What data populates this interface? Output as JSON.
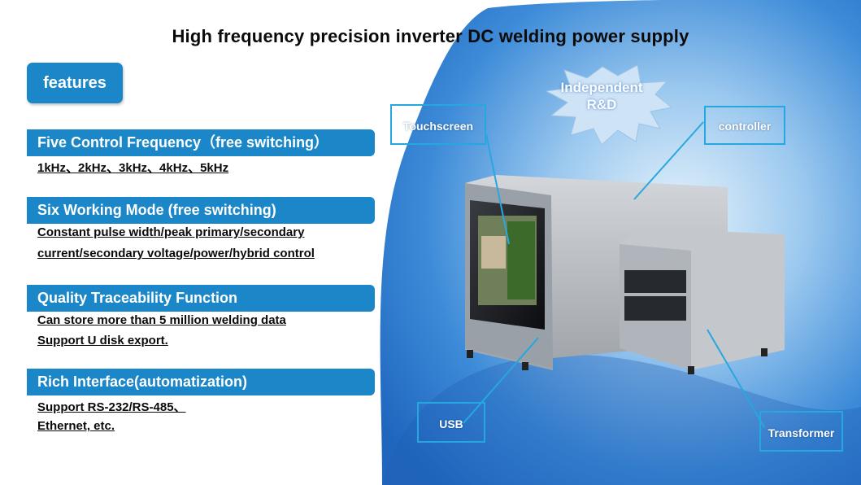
{
  "title": "High frequency precision inverter DC welding power supply",
  "features_tab": "features",
  "sections": [
    {
      "heading": "Five  Control Frequency（free switching）",
      "lines": [
        "1kHz、2kHz、3kHz、4kHz、5kHz"
      ]
    },
    {
      "heading": "Six Working Mode   (free switching)",
      "lines": [
        "Constant pulse width/peak primary/secondary",
        "current/secondary voltage/power/hybrid control"
      ]
    },
    {
      "heading": "Quality Traceability Function",
      "lines": [
        "Can store more than 5 million welding data",
        " Support U disk export."
      ]
    },
    {
      "heading": "Rich Interface(automatization)",
      "lines": [
        "Support RS-232/RS-485、 ",
        "Ethernet, etc."
      ]
    }
  ],
  "badge": {
    "line1": "Independent",
    "line2": "R&D"
  },
  "callouts": {
    "touchscreen": "Touchscreen",
    "controller": "controller",
    "usb": "USB",
    "transformer": "Transformer"
  },
  "colors": {
    "accent": "#1b86c8",
    "callout_border": "#27a7df",
    "background_blue": "#2f7fd0"
  }
}
